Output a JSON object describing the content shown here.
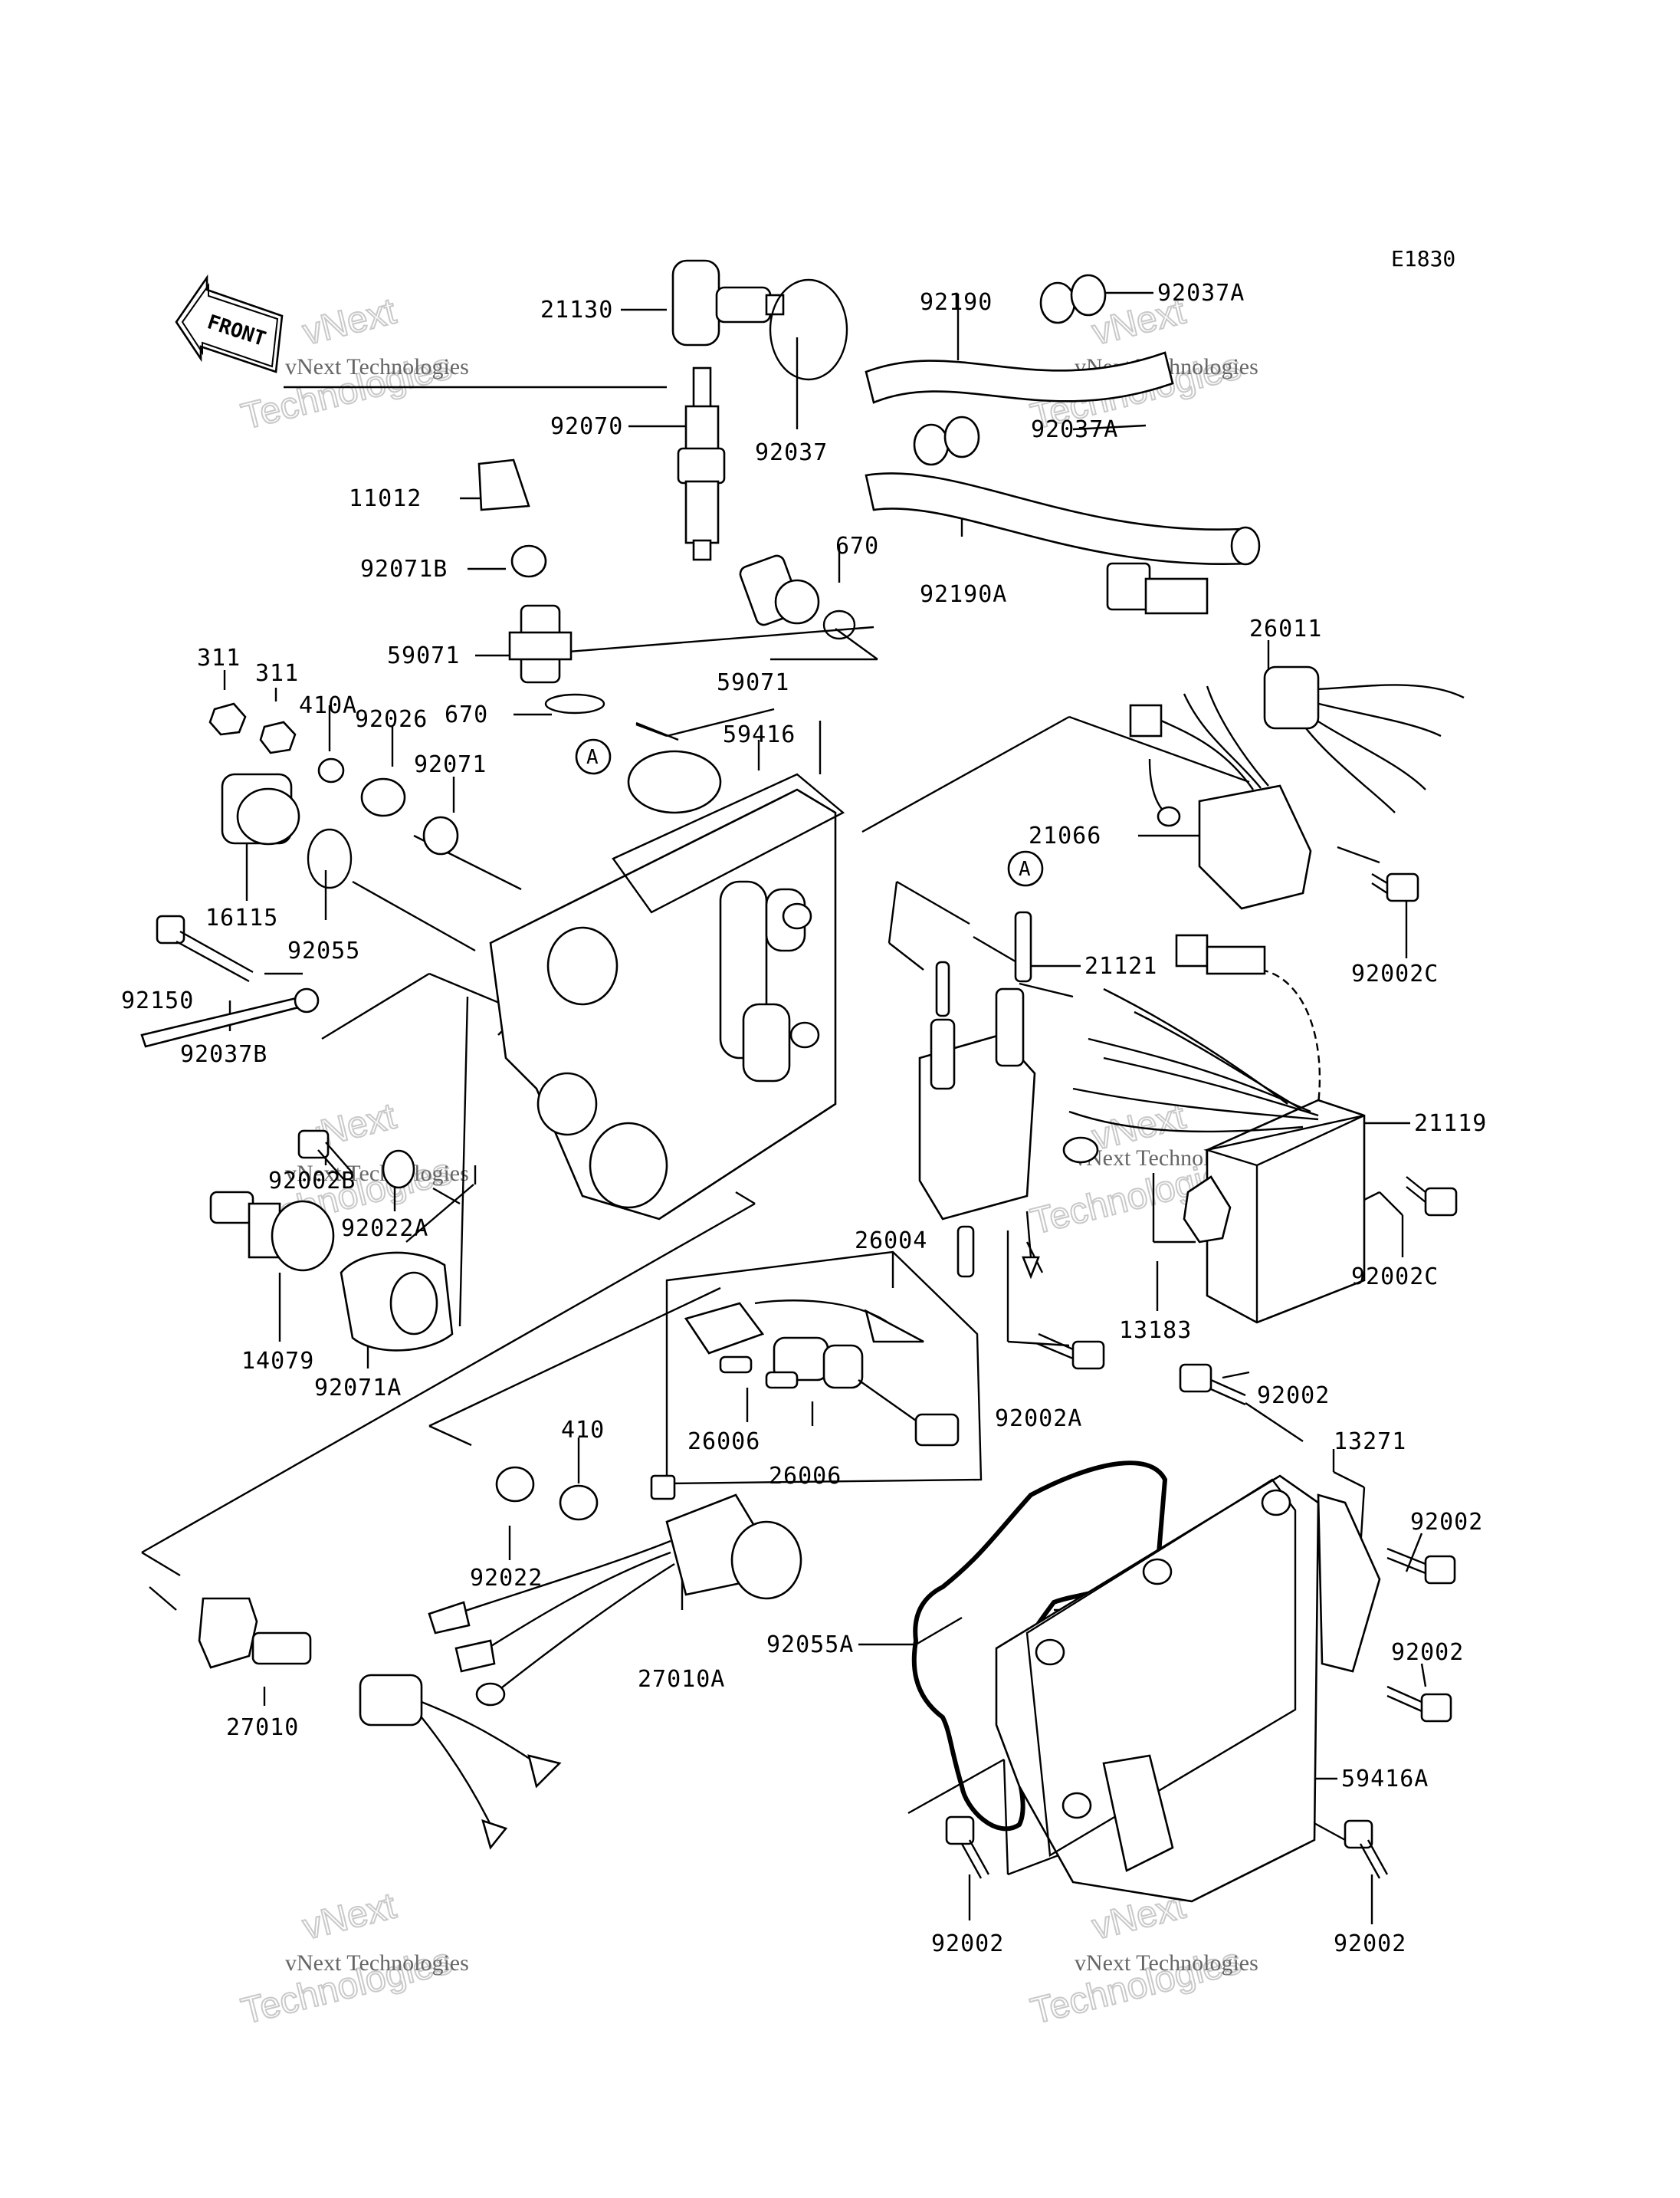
{
  "diagram_code": "E1830",
  "front_marker": "FRONT",
  "ref_marker": "A",
  "watermark": {
    "line1": "vNext",
    "line2": "Technologies",
    "small": "vNext Technologies"
  },
  "labels": [
    {
      "id": "21130",
      "text": "21130"
    },
    {
      "id": "92037",
      "text": "92037"
    },
    {
      "id": "92190",
      "text": "92190"
    },
    {
      "id": "92037A-1",
      "text": "92037A"
    },
    {
      "id": "92037A-2",
      "text": "92037A"
    },
    {
      "id": "92070",
      "text": "92070"
    },
    {
      "id": "11012",
      "text": "11012"
    },
    {
      "id": "92071B",
      "text": "92071B"
    },
    {
      "id": "670-1",
      "text": "670"
    },
    {
      "id": "92190A",
      "text": "92190A"
    },
    {
      "id": "26011",
      "text": "26011"
    },
    {
      "id": "59071-1",
      "text": "59071"
    },
    {
      "id": "59071-2",
      "text": "59071"
    },
    {
      "id": "311-1",
      "text": "311"
    },
    {
      "id": "311-2",
      "text": "311"
    },
    {
      "id": "410A",
      "text": "410A"
    },
    {
      "id": "92026",
      "text": "92026"
    },
    {
      "id": "670-2",
      "text": "670"
    },
    {
      "id": "59416",
      "text": "59416"
    },
    {
      "id": "92071",
      "text": "92071"
    },
    {
      "id": "21066",
      "text": "21066"
    },
    {
      "id": "16115",
      "text": "16115"
    },
    {
      "id": "92055",
      "text": "92055"
    },
    {
      "id": "92002C-1",
      "text": "92002C"
    },
    {
      "id": "21121",
      "text": "21121"
    },
    {
      "id": "92150",
      "text": "92150"
    },
    {
      "id": "92037B",
      "text": "92037B"
    },
    {
      "id": "21119",
      "text": "21119"
    },
    {
      "id": "92002B",
      "text": "92002B"
    },
    {
      "id": "92022A",
      "text": "92022A"
    },
    {
      "id": "92002C-2",
      "text": "92002C"
    },
    {
      "id": "26004",
      "text": "26004"
    },
    {
      "id": "13183",
      "text": "13183"
    },
    {
      "id": "14079",
      "text": "14079"
    },
    {
      "id": "92071A",
      "text": "92071A"
    },
    {
      "id": "92002-1",
      "text": "92002"
    },
    {
      "id": "92002A",
      "text": "92002A"
    },
    {
      "id": "410",
      "text": "410"
    },
    {
      "id": "26006-1",
      "text": "26006"
    },
    {
      "id": "26006-2",
      "text": "26006"
    },
    {
      "id": "13271",
      "text": "13271"
    },
    {
      "id": "92022",
      "text": "92022"
    },
    {
      "id": "92002-2",
      "text": "92002"
    },
    {
      "id": "92055A",
      "text": "92055A"
    },
    {
      "id": "92002-3",
      "text": "92002"
    },
    {
      "id": "27010A",
      "text": "27010A"
    },
    {
      "id": "27010",
      "text": "27010"
    },
    {
      "id": "59416A",
      "text": "59416A"
    },
    {
      "id": "92002-4",
      "text": "92002"
    },
    {
      "id": "92002-5",
      "text": "92002"
    }
  ]
}
